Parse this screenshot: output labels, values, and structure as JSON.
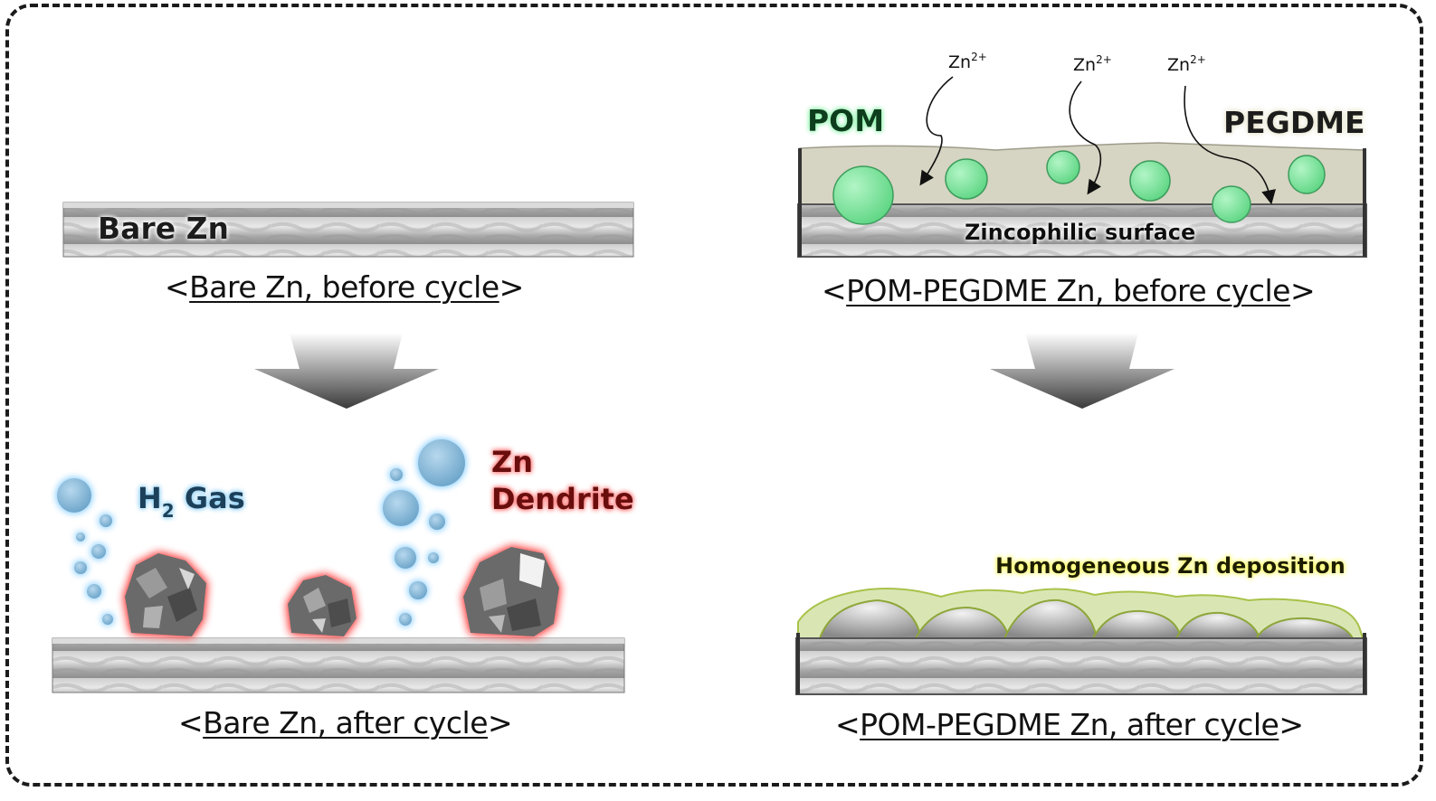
{
  "captions": {
    "bare_before": {
      "open": "<",
      "text": "Bare Zn, before cycle",
      "close": ">"
    },
    "bare_after": {
      "open": "<",
      "text": "Bare Zn, after cycle",
      "close": ">"
    },
    "pom_before": {
      "open": "<",
      "text": "POM-PEGDME Zn, before cycle",
      "close": ">"
    },
    "pom_after": {
      "open": "<",
      "text": "POM-PEGDME Zn, after cycle",
      "close": ">"
    }
  },
  "labels": {
    "bare_zn": "Bare Zn",
    "h2_gas_h": "H",
    "h2_gas_sub": "2",
    "h2_gas_rest": " Gas",
    "zn_dendrite_1": "Zn",
    "zn_dendrite_2": "Dendrite",
    "pom": "POM",
    "pegdme": "PEGDME",
    "zincophilic_surface": "Zincophilic surface",
    "homogeneous": "Homogeneous Zn deposition",
    "zn_ion_base": "Zn",
    "zn_ion_sup": "2+"
  },
  "colors": {
    "h2_text": "#1f3f5a",
    "h2_glow": "#8fd0f5",
    "dendrite_text": "#6a1010",
    "dendrite_glow": "#ff5a5a",
    "pom_text": "#0d3d1f",
    "pom_glow": "#7ff0a0",
    "pegdme_text": "#1a1a1a",
    "homogeneous_glow": "#ffff80",
    "pom_particle": "#7ce89a",
    "pegdme_layer": "#d4d2c0",
    "bubble": "#7fb6d8"
  }
}
